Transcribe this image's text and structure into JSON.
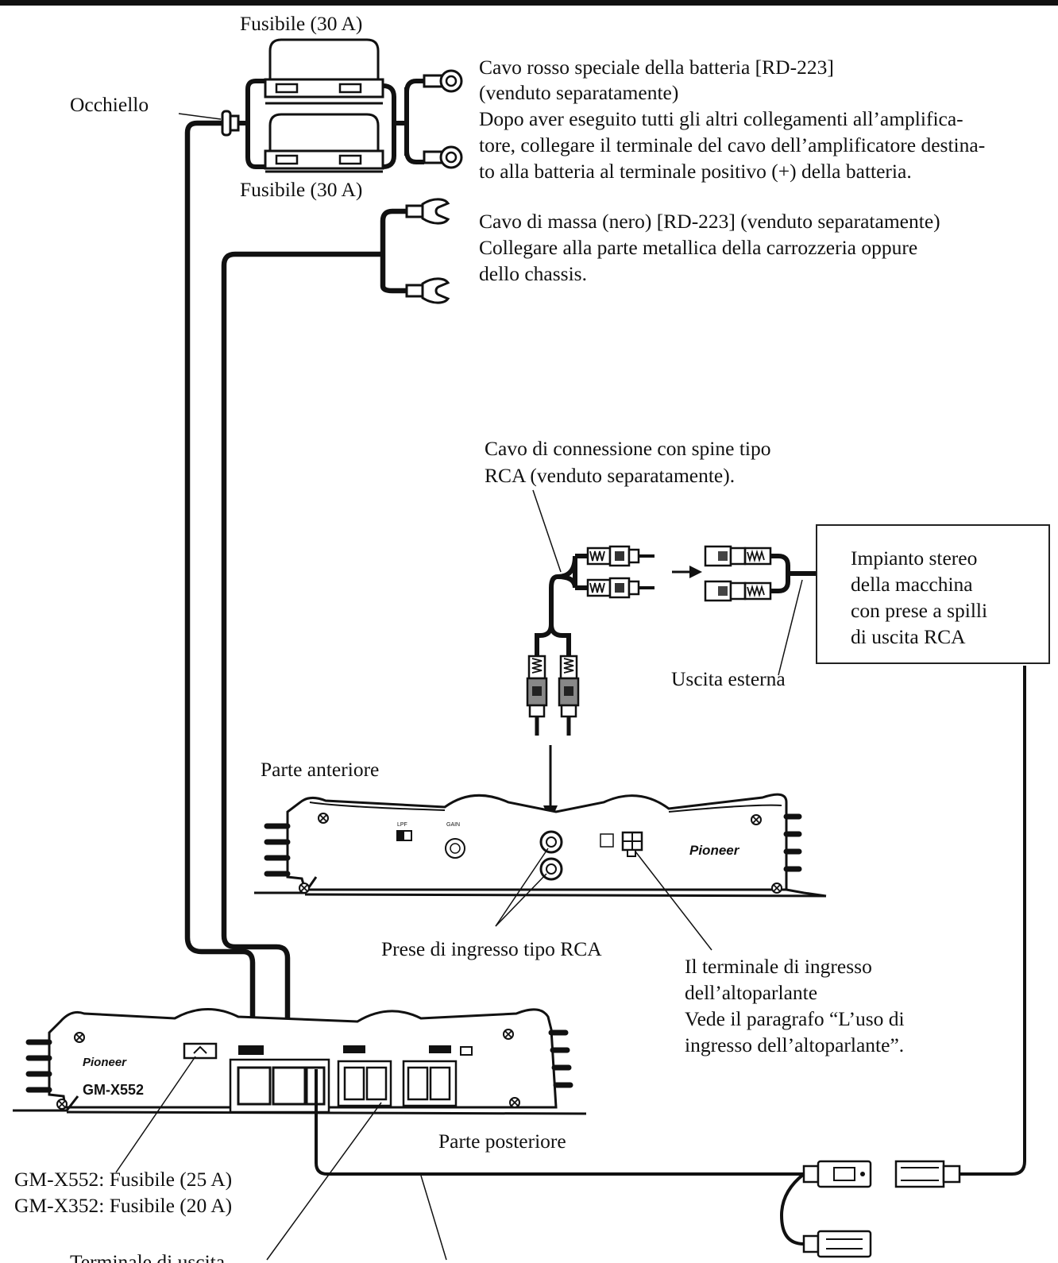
{
  "labels": {
    "fuse_top": "Fusibile (30 A)",
    "fuse_bottom": "Fusibile (30 A)",
    "grommet": "Occhiello",
    "battery_cable": [
      "Cavo rosso speciale della batteria [RD-223]",
      "(venduto separatamente)",
      "Dopo aver eseguito tutti gli altri collegamenti all’amplifica-",
      "tore, collegare il terminale del cavo dell’amplificatore destina-",
      "to alla batteria al terminale positivo (+) della batteria."
    ],
    "ground_cable": [
      "Cavo di massa (nero) [RD-223] (venduto separatamente)",
      "Collegare alla parte metallica della carrozzeria oppure",
      "dello chassis."
    ],
    "rca_cable": [
      "Cavo di connessione con spine tipo",
      "RCA (venduto separatamente)."
    ],
    "car_stereo": [
      "Impianto stereo",
      "della macchina",
      "con prese a spilli",
      "di uscita RCA"
    ],
    "external_output": "Uscita esterna",
    "front_side": "Parte anteriore",
    "rca_inputs": "Prese di ingresso tipo RCA",
    "speaker_input_terminal": [
      "Il terminale di ingresso",
      "dell’altoparlante",
      "Vede il paragrafo “L’uso di",
      "ingresso dell’altoparlante”."
    ],
    "rear_side": "Parte posteriore",
    "fuse_models": [
      "GM-X552: Fusibile (25 A)",
      "GM-X352: Fusibile (20 A)"
    ],
    "output_terminal_partial": "Terminale di uscita"
  },
  "amp": {
    "brand": "Pioneer",
    "model": "GM-X552"
  },
  "colors": {
    "ink": "#111111",
    "connector_dark": "#555555",
    "connector_light": "#dddddd"
  }
}
